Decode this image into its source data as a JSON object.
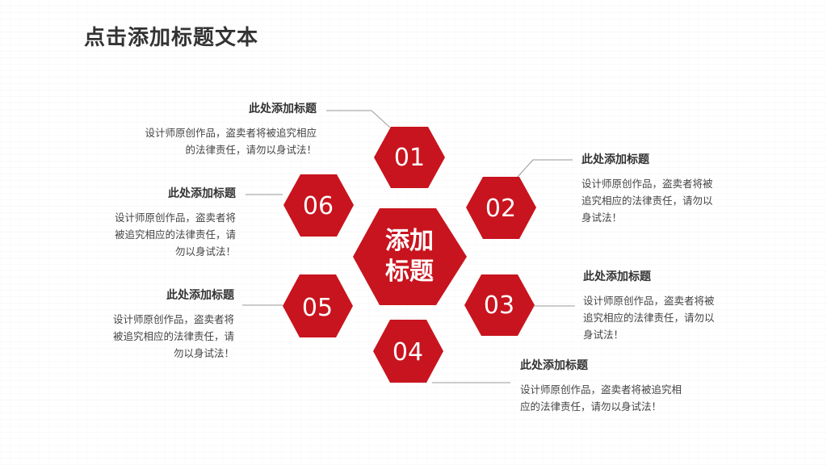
{
  "title": "点击添加标题文本",
  "center": {
    "line1": "添加",
    "line2": "标题"
  },
  "hexes": [
    {
      "label": "01"
    },
    {
      "label": "02"
    },
    {
      "label": "03"
    },
    {
      "label": "04"
    },
    {
      "label": "05"
    },
    {
      "label": "06"
    }
  ],
  "items": [
    {
      "heading": "此处添加标题",
      "lines": [
        "设计师原创作品，盗卖者将被追究相应",
        "的法律责任，请勿以身试法！"
      ]
    },
    {
      "heading": "此处添加标题",
      "lines": [
        "设计师原创作品，盗卖者将被",
        "追究相应的法律责任，请勿以",
        "身试法！"
      ]
    },
    {
      "heading": "此处添加标题",
      "lines": [
        "设计师原创作品，盗卖者将被",
        "追究相应的法律责任，请勿以",
        "身试法！"
      ]
    },
    {
      "heading": "此处添加标题",
      "lines": [
        "设计师原创作品，盗卖者将被追究相",
        "应的法律责任，请勿以身试法！"
      ]
    },
    {
      "heading": "此处添加标题",
      "lines": [
        "设计师原创作品，盗卖者将",
        "被追究相应的法律责任，请",
        "勿以身试法！"
      ]
    },
    {
      "heading": "此处添加标题",
      "lines": [
        "设计师原创作品，盗卖者将",
        "被追究相应的法律责任，请",
        "勿以身试法！"
      ]
    }
  ],
  "colors": {
    "accent": "#c8141e",
    "line": "#9a9a9a",
    "text": "#444444"
  }
}
